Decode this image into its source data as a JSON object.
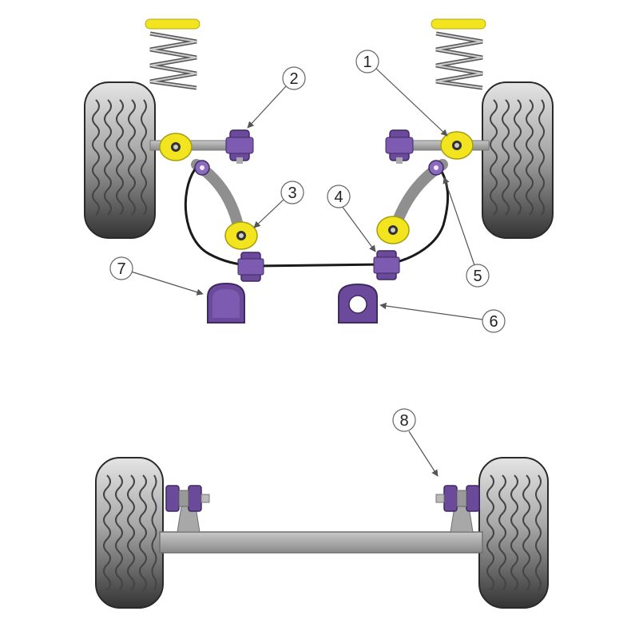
{
  "callouts": [
    {
      "id": "1",
      "label": "1"
    },
    {
      "id": "2",
      "label": "2"
    },
    {
      "id": "3",
      "label": "3"
    },
    {
      "id": "4",
      "label": "4"
    },
    {
      "id": "5",
      "label": "5"
    },
    {
      "id": "6",
      "label": "6"
    },
    {
      "id": "7",
      "label": "7"
    },
    {
      "id": "8",
      "label": "8"
    }
  ],
  "colors": {
    "bush_yellow": "#f2e520",
    "bush_purple": "#6b4a9c",
    "tyre_dark": "#3a3a3a",
    "tyre_light": "#d8d8d8",
    "arm_grey": "#9a9a9a",
    "leader": "#7a7a7a"
  }
}
